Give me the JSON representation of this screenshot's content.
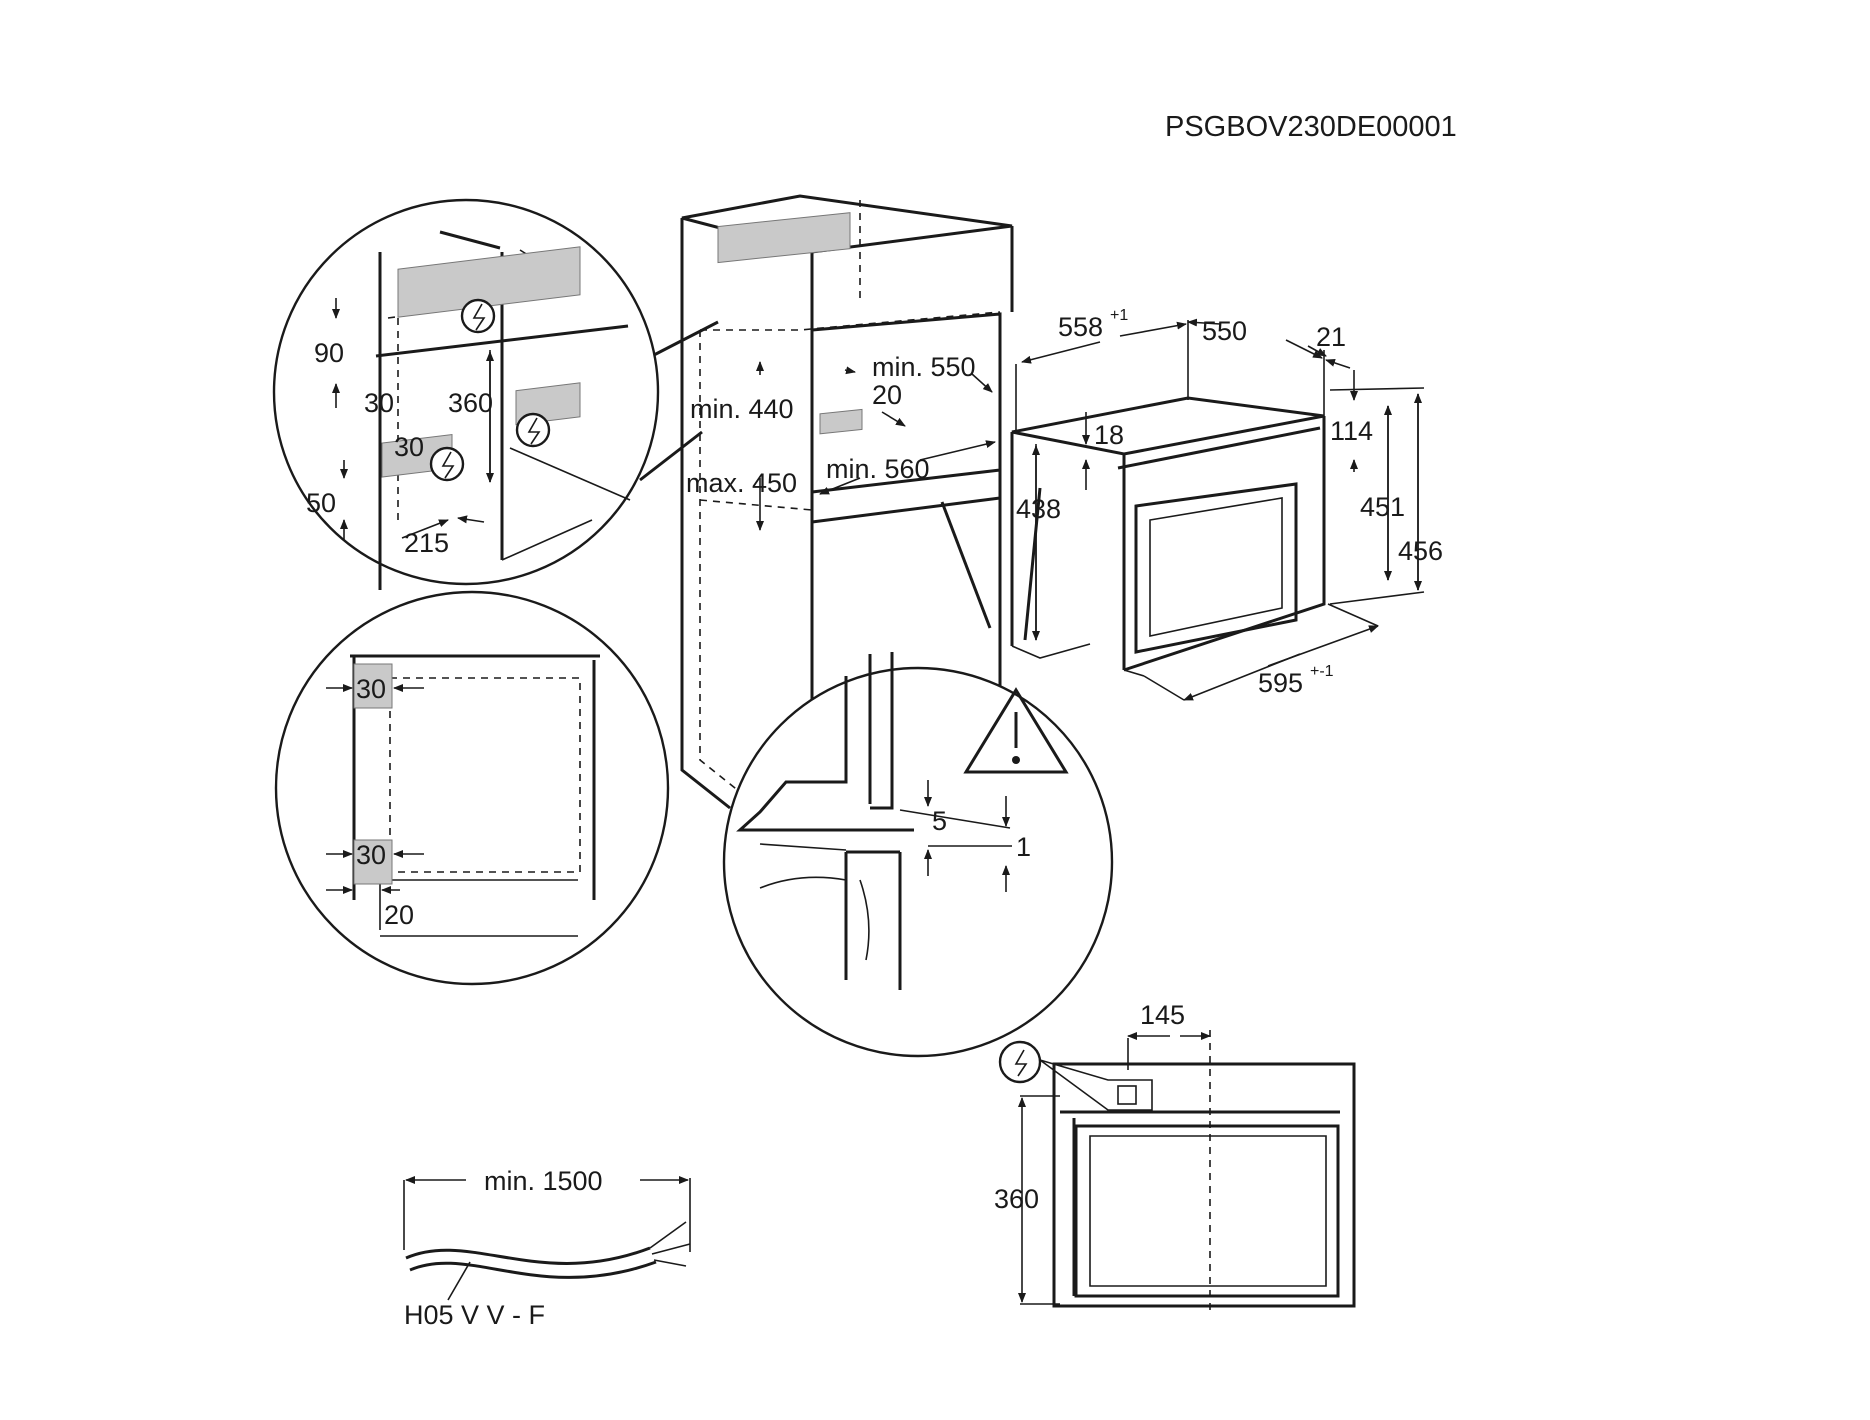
{
  "doc_code": "PSGBOV230DE00001",
  "dims": {
    "d90": "90",
    "d30a": "30",
    "d360a": "360",
    "d30b": "30",
    "d50": "50",
    "d215": "215",
    "min440": "min. 440",
    "max450": "max. 450",
    "min550": "min. 550",
    "d20a": "20",
    "min560": "min. 560",
    "d558": "558",
    "d558_tol": "+1",
    "d550": "550",
    "d21": "21",
    "d18": "18",
    "d114": "114",
    "d438": "438",
    "d451": "451",
    "d456": "456",
    "d595": "595",
    "d595_tol": "+-1",
    "d30c": "30",
    "d30d": "30",
    "d20b": "20",
    "d5": "5",
    "d1": "1",
    "d145": "145",
    "d360b": "360",
    "min1500": "min. 1500",
    "cable": "H05 V V - F"
  }
}
